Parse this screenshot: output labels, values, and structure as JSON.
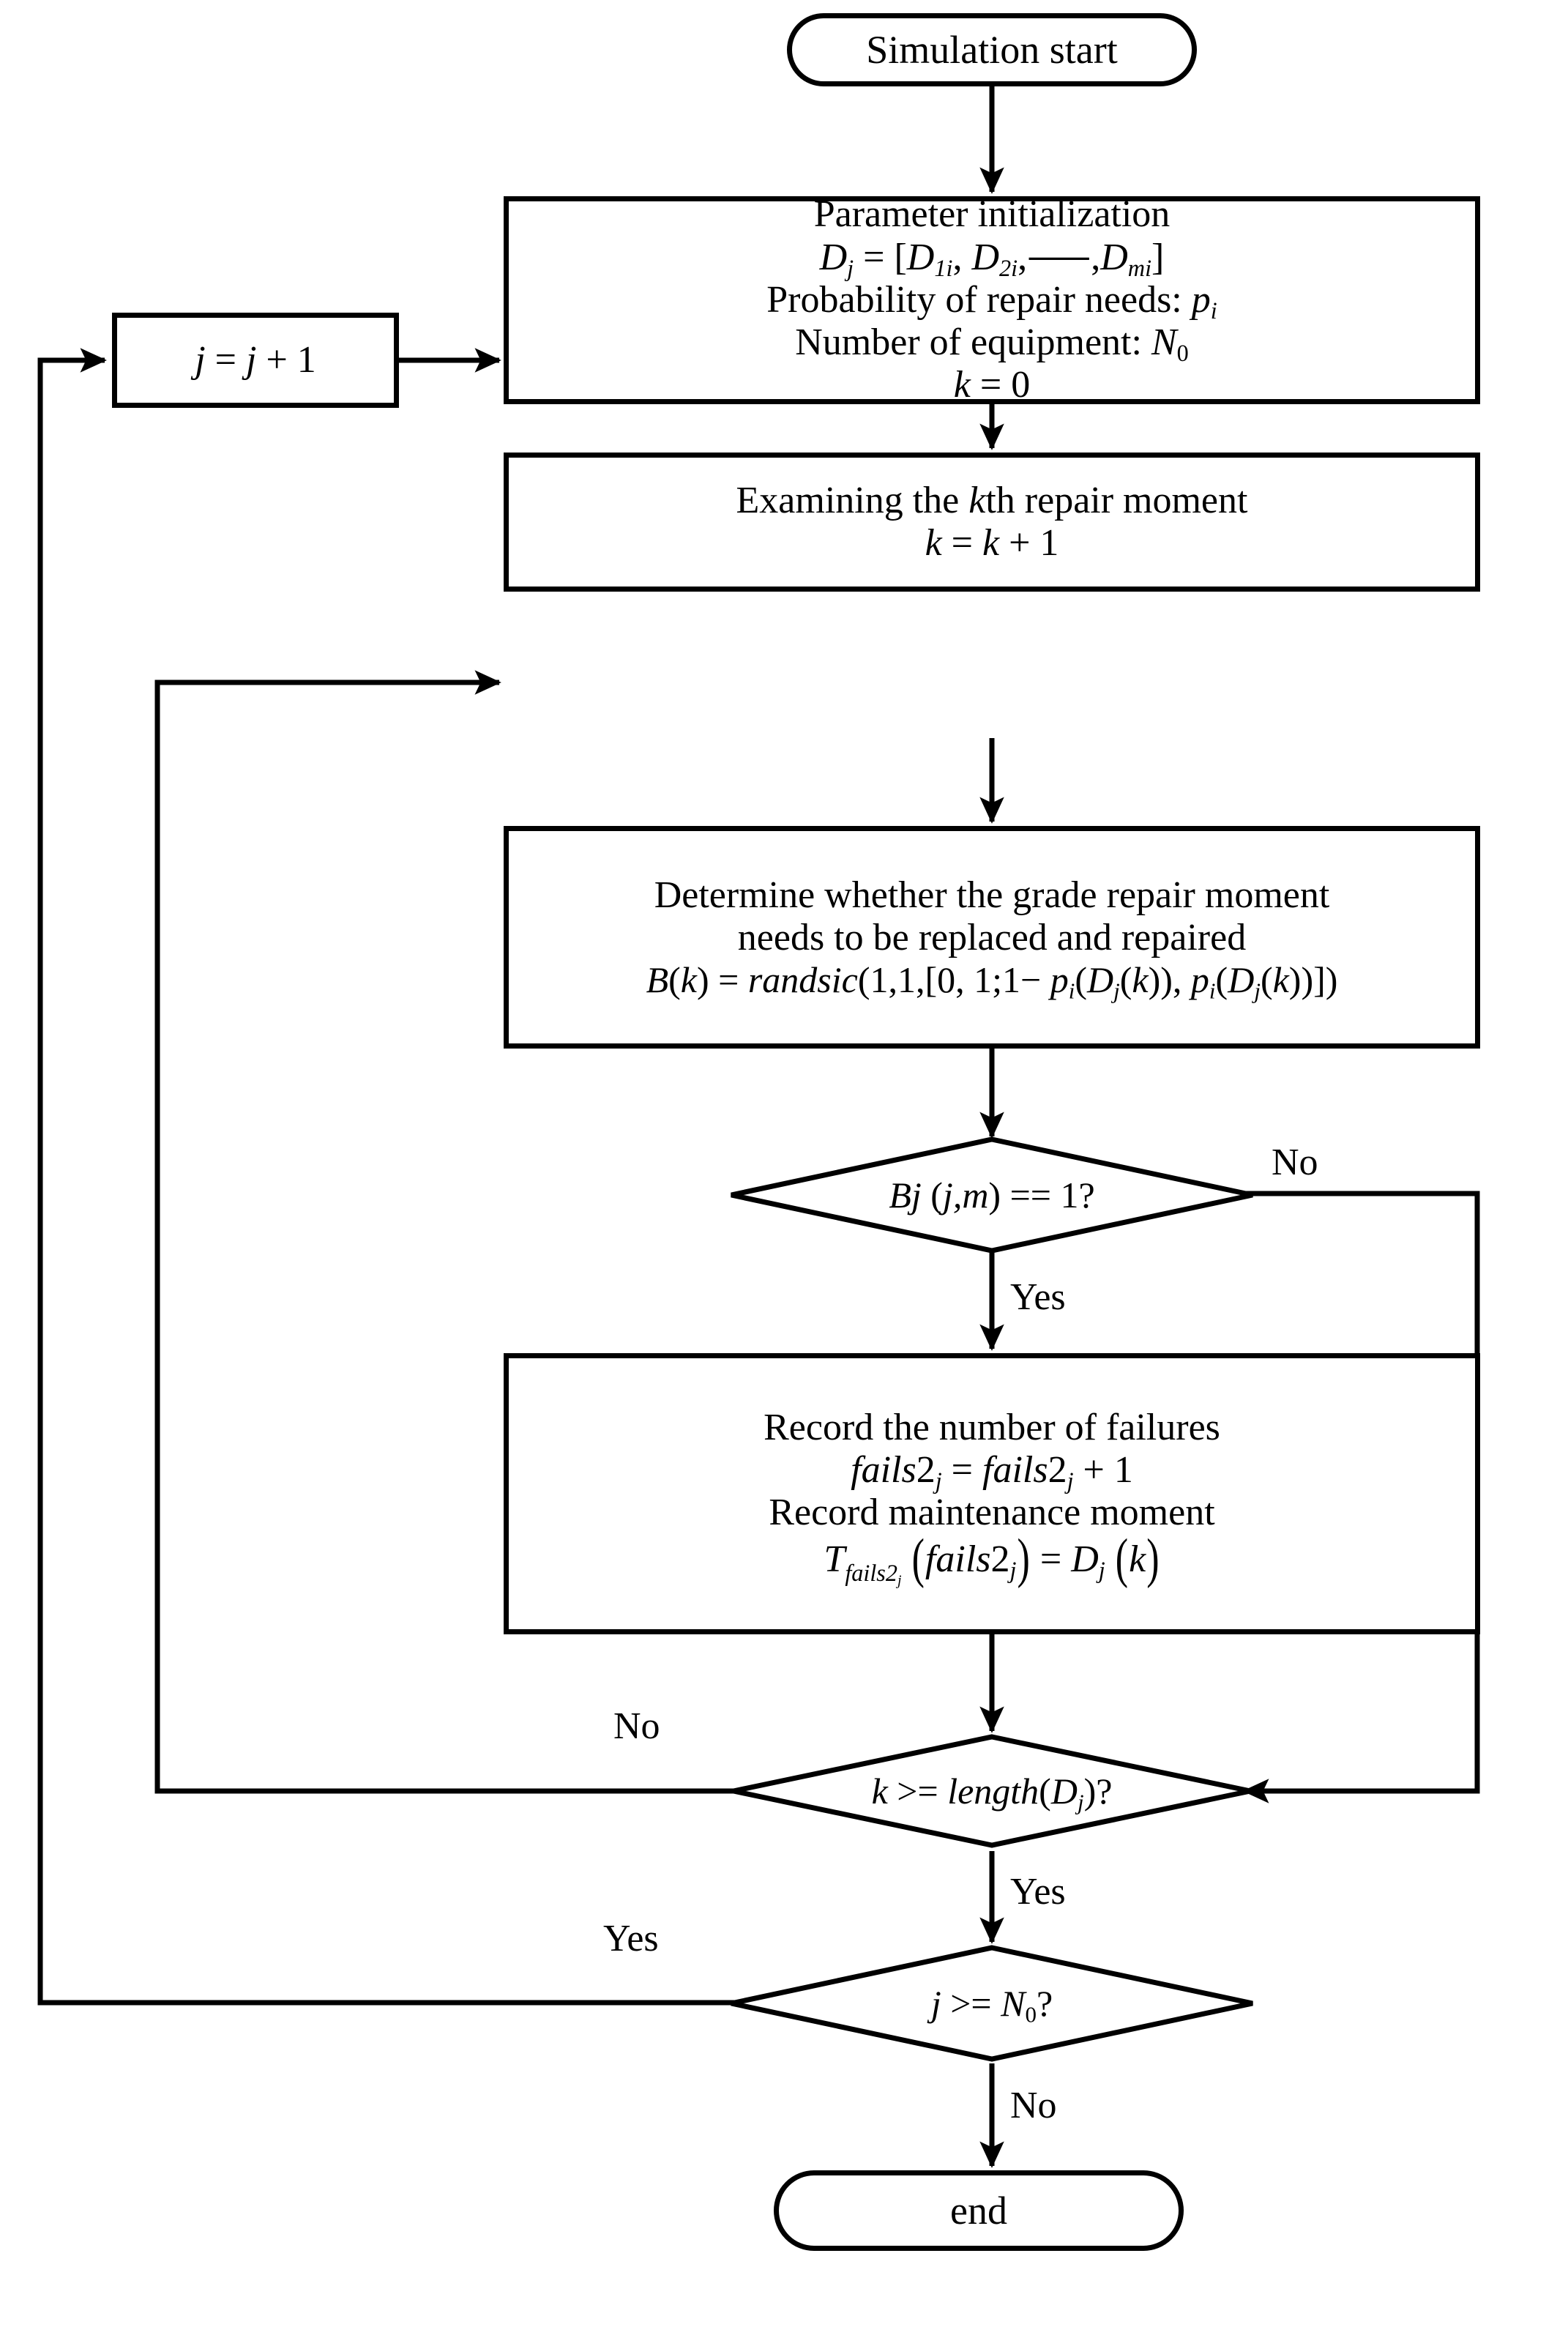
{
  "diagram": {
    "type": "flowchart",
    "title": "Simulation flowchart for equipment repair-moment Monte-Carlo loop",
    "orientation": "top-to-bottom",
    "colors": {
      "stroke": "#000000",
      "fill": "#ffffff",
      "text": "#000000"
    }
  },
  "nodes": {
    "start": {
      "shape": "terminator",
      "label": "Simulation start"
    },
    "increment_j": {
      "shape": "process",
      "label": "j = j + 1",
      "line1_plain": "j = j + 1"
    },
    "param_init": {
      "shape": "process",
      "line1": "Parameter initialization",
      "line2_plain": "Dj = [D1i, D2i,⋯,Dmi]",
      "line3": "Probability of repair needs: pi",
      "line4": "Number of equipment: N0",
      "line5_plain": "k = 0"
    },
    "examine_k": {
      "shape": "process",
      "line1": "Examining the kth repair moment",
      "line2_plain": "k = k + 1"
    },
    "determine_repair": {
      "shape": "process",
      "line1": "Determine whether the grade repair moment",
      "line2": "needs to be replaced and repaired",
      "line3_plain": "B(k) = randsic(1,1,[0,1;1− pi(Dj(k)), pi(Dj(k))])"
    },
    "decision_bj": {
      "shape": "decision",
      "label_plain": "Bj (j,m) == 1?"
    },
    "record_failures": {
      "shape": "process",
      "line1": "Record the number of failures",
      "line2_plain": "fails2j = fails2j + 1",
      "line3": "Record maintenance moment",
      "line4_plain": "Tfails2j (fails2j) = Dj (k)"
    },
    "decision_k": {
      "shape": "decision",
      "label_plain": "k >= length(Dj)?"
    },
    "decision_j": {
      "shape": "decision",
      "label_plain": "j >= N0?"
    },
    "end": {
      "shape": "terminator",
      "label": "end"
    }
  },
  "edge_labels": {
    "bj_no": "No",
    "bj_yes": "Yes",
    "k_no": "No",
    "k_yes": "Yes",
    "j_yes": "Yes",
    "j_no": "No"
  },
  "edges": [
    {
      "from": "start",
      "to": "param_init",
      "label": ""
    },
    {
      "from": "increment_j",
      "to": "param_init",
      "label": ""
    },
    {
      "from": "param_init",
      "to": "examine_k",
      "label": ""
    },
    {
      "from": "examine_k",
      "to": "determine_repair",
      "label": ""
    },
    {
      "from": "determine_repair",
      "to": "decision_bj",
      "label": ""
    },
    {
      "from": "decision_bj",
      "to": "record_failures",
      "label": "Yes"
    },
    {
      "from": "decision_bj",
      "to": "decision_k",
      "label": "No"
    },
    {
      "from": "record_failures",
      "to": "decision_k",
      "label": ""
    },
    {
      "from": "decision_k",
      "to": "examine_k",
      "label": "No"
    },
    {
      "from": "decision_k",
      "to": "decision_j",
      "label": "Yes"
    },
    {
      "from": "decision_j",
      "to": "increment_j",
      "label": "Yes"
    },
    {
      "from": "decision_j",
      "to": "end",
      "label": "No"
    }
  ]
}
